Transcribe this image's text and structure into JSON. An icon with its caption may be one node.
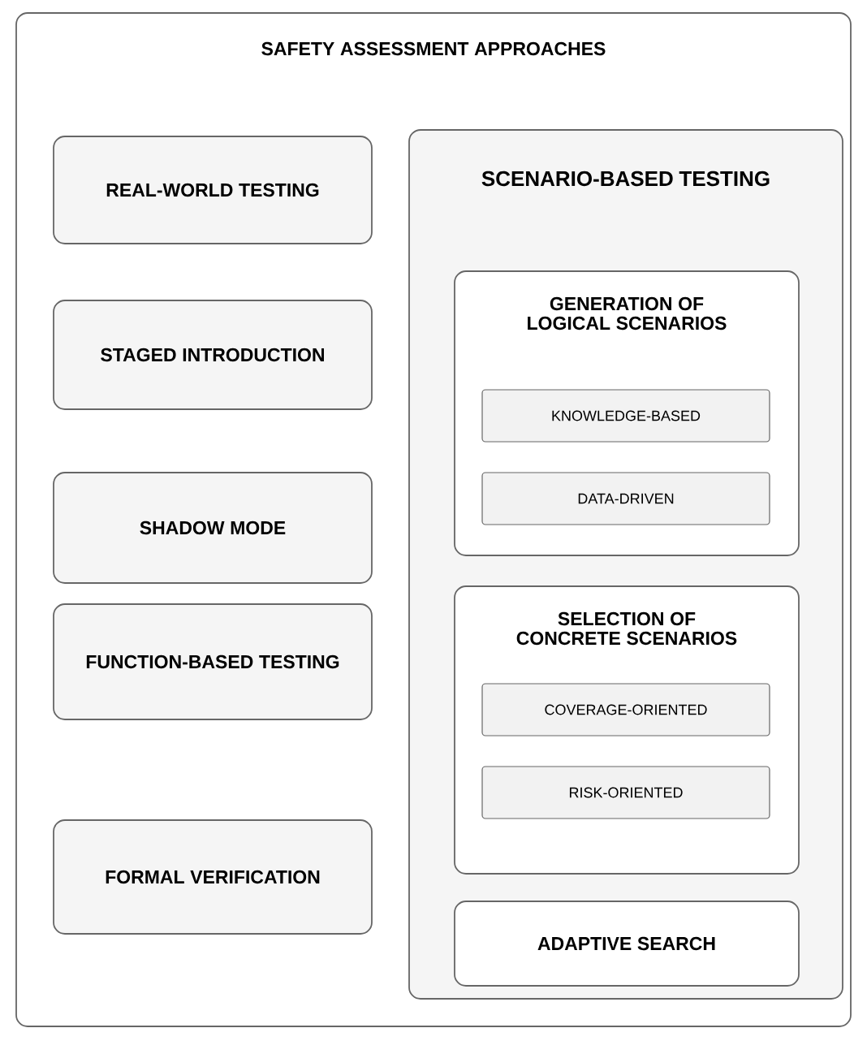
{
  "diagram": {
    "nodes": [
      {
        "text": [
          "SAFETY ASSESSMENT APPROACHES"
        ]
      },
      {
        "text": [
          "REAL-WORLD TESTING"
        ],
        "in": 0
      },
      {
        "text": [
          "STAGED INTRODUCTION"
        ],
        "in": 0
      },
      {
        "text": [
          "SHADOW MODE"
        ],
        "in": 0
      },
      {
        "text": [
          "FUNCTION-BASED TESTING"
        ],
        "in": 0
      },
      {
        "text": [
          "FORMAL VERIFICATION"
        ],
        "in": 0
      },
      {
        "text": [
          "SCENARIO-BASED TESTING"
        ],
        "in": 0
      },
      {
        "text": [
          "GENERATION OF LOGICAL SCENARIOS"
        ],
        "in": 6
      },
      {
        "text": [
          "KNOWLEDGE-BASED"
        ],
        "in": 7
      },
      {
        "text": [
          "DATA-DRIVEN"
        ],
        "in": 7
      },
      {
        "text": [
          "SELECTION OF CONCRETE SCENARIOS"
        ],
        "in": 6
      },
      {
        "text": [
          "COVERAGE-ORIENTED"
        ],
        "in": 10
      },
      {
        "text": [
          "RISK-ORIENTED"
        ],
        "in": 10
      },
      {
        "text": [
          "ADAPTIVE SEARCH"
        ],
        "in": 6
      }
    ]
  }
}
